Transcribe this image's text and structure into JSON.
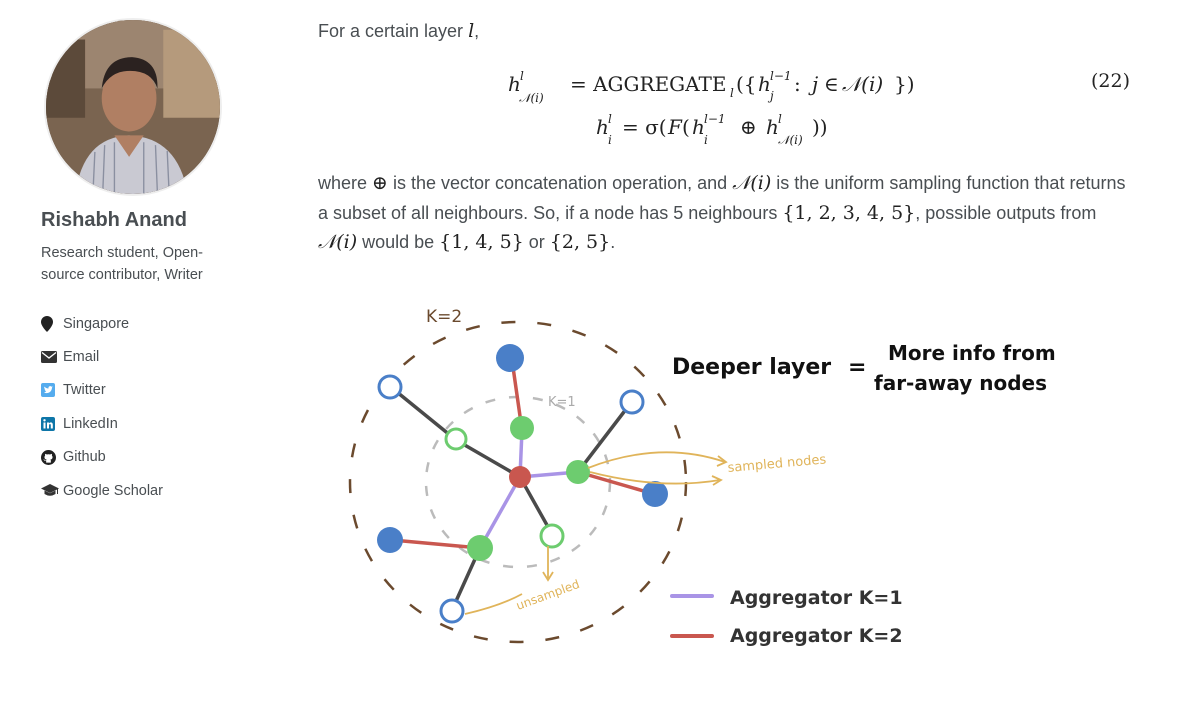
{
  "sidebar": {
    "author_name": "Rishabh Anand",
    "author_bio": "Research student, Open-source contributor, Writer",
    "links": [
      {
        "label": "Singapore",
        "icon": "location-pin-icon"
      },
      {
        "label": "Email",
        "icon": "envelope-icon"
      },
      {
        "label": "Twitter",
        "icon": "twitter-icon"
      },
      {
        "label": "LinkedIn",
        "icon": "linkedin-icon"
      },
      {
        "label": "Github",
        "icon": "github-icon"
      },
      {
        "label": "Google Scholar",
        "icon": "graduation-cap-icon"
      }
    ]
  },
  "content": {
    "intro_text": "For a certain layer ",
    "intro_var": "l",
    "intro_end": ",",
    "equation": {
      "line1_lhs": "h",
      "line1_rhs": "= AGGREGATE",
      "line2": "h = σ(F(h ⊕ h))",
      "number": "(22)"
    },
    "para2": {
      "t1": "where ",
      "oplus": "⊕",
      "t2": " is the vector concatenation operation, and ",
      "n1": "𝒩(i)",
      "t3": " is the uniform sampling function that returns a subset of all neighbours. So, if a node has 5 neighbours ",
      "set1": "{1, 2, 3, 4, 5}",
      "t4": ", possible outputs from ",
      "n2": "𝒩(i)",
      "t5": " would be ",
      "set2": "{1, 4, 5}",
      "t6": " or ",
      "set3": "{2, 5}",
      "t7": "."
    }
  },
  "diagram": {
    "k2_label": "K=2",
    "k1_label": "K=1",
    "sampled_label": "sampled nodes",
    "unsampled_label": "unsampled",
    "headline_left": "Deeper layer",
    "headline_eq": "=",
    "headline_right1": "More info from",
    "headline_right2": "far-away nodes",
    "legend1": "Aggregator K=1",
    "legend2": "Aggregator K=2",
    "colors": {
      "blue": "#4a7fc8",
      "green": "#6dcc6f",
      "red": "#c9574f",
      "purple": "#a994e6",
      "dark": "#4a4a4a",
      "brown": "#6b4a2e",
      "orange": "#e0b45a"
    }
  }
}
